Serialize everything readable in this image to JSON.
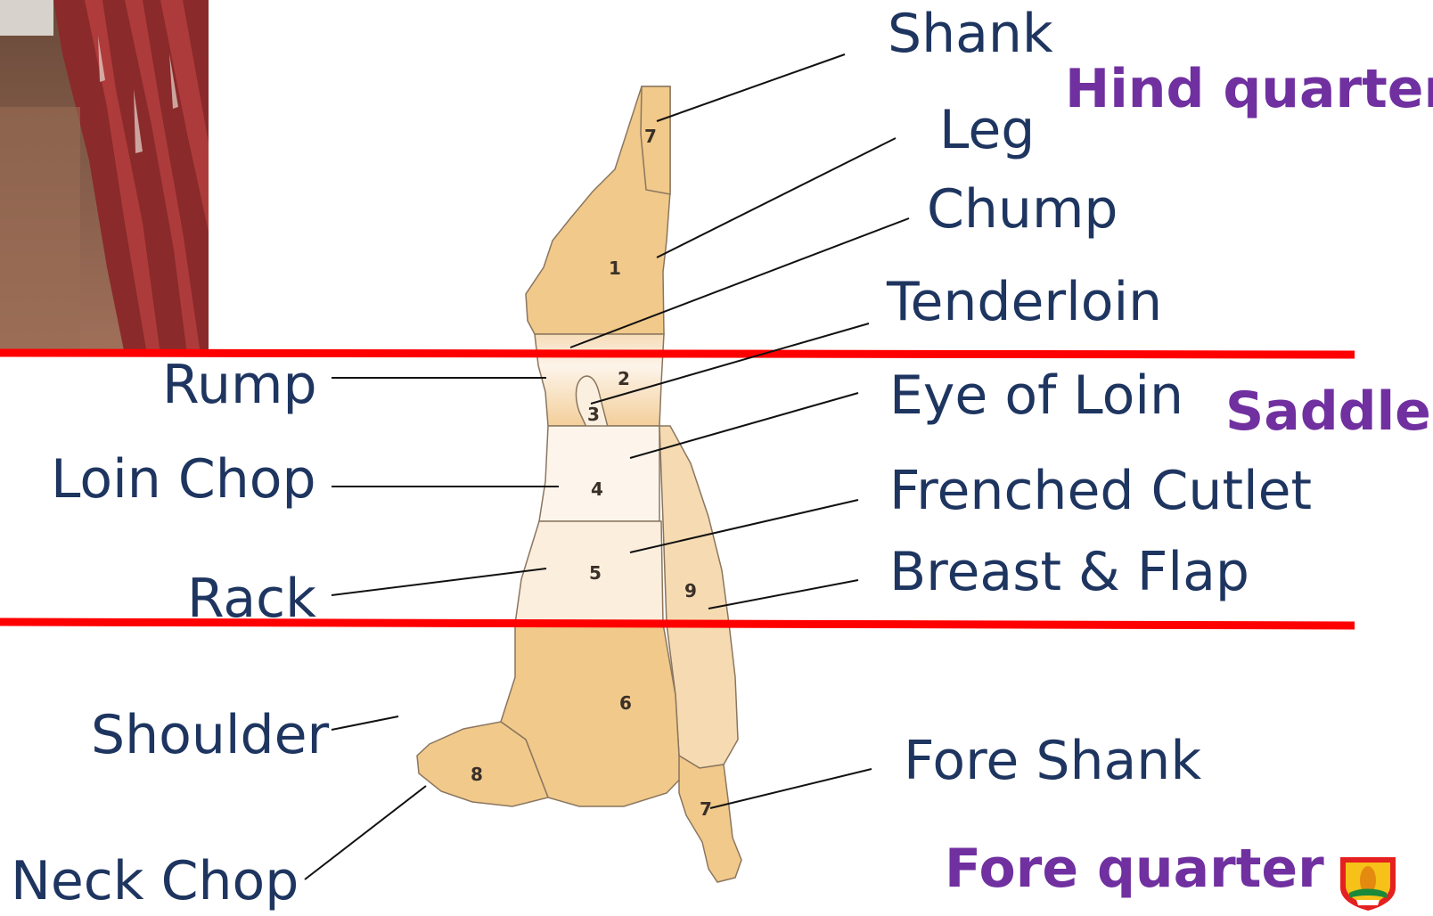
{
  "sections": {
    "hind": "Hind quarter",
    "saddle": "Saddle",
    "fore": "Fore quarter"
  },
  "labels_right": {
    "shank": "Shank",
    "leg": "Leg",
    "chump": "Chump",
    "tenderloin": "Tenderloin",
    "eye_of_loin": "Eye of Loin",
    "frenched_cutlet": "Frenched Cutlet",
    "breast_flap": "Breast & Flap",
    "fore_shank": "Fore Shank"
  },
  "labels_left": {
    "rump": "Rump",
    "loin_chop": "Loin Chop",
    "rack": "Rack",
    "shoulder": "Shoulder",
    "neck_chop": "Neck Chop"
  },
  "cut_numbers": {
    "shank_hind": "7",
    "leg": "1",
    "chump": "2",
    "tenderloin": "3",
    "loin": "4",
    "rack": "5",
    "shoulder": "6",
    "neck": "8",
    "breast": "9",
    "fore_shank": "7"
  },
  "colors": {
    "carcass": "#f1c98a",
    "carcass_light": "#fbf0e0",
    "outline": "#8a7660",
    "divider": "#ff0000",
    "label": "#1e3560",
    "section": "#7030a0"
  }
}
